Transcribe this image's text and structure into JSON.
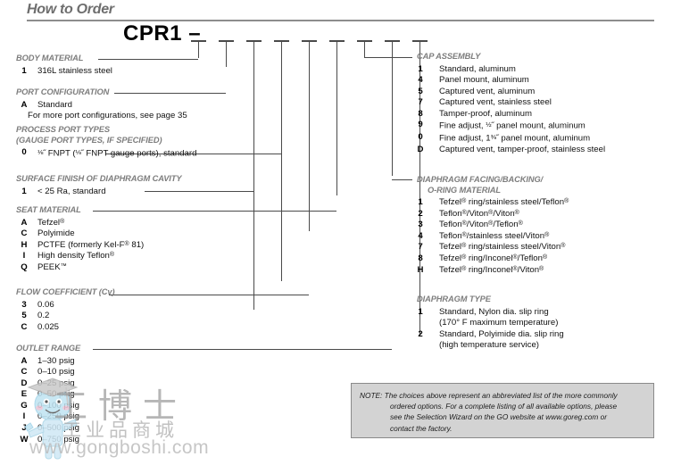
{
  "header": {
    "title": "How to Order",
    "model_number": "CPR1 –"
  },
  "slots": {
    "count": 9,
    "label": "blank-option-slot"
  },
  "left_sections": [
    {
      "id": "body-material",
      "title": "BODY MATERIAL",
      "options": [
        {
          "code": "1",
          "desc": "316L stainless steel"
        }
      ]
    },
    {
      "id": "port-configuration",
      "title": "PORT CONFIGURATION",
      "options": [
        {
          "code": "A",
          "desc": "Standard"
        },
        {
          "code": "",
          "desc": "For more port configurations, see page 35"
        }
      ]
    },
    {
      "id": "process-port-types",
      "title": "PROCESS PORT TYPES",
      "title2": "(GAUGE PORT TYPES, IF SPECIFIED)",
      "options": [
        {
          "code": "0",
          "desc": "⅛˝ FNPT (⅛˝ FNPT gauge ports), standard"
        }
      ]
    },
    {
      "id": "surface-finish",
      "title": "SURFACE FINISH OF DIAPHRAGM CAVITY",
      "options": [
        {
          "code": "1",
          "desc": "< 25 Ra, standard"
        }
      ]
    },
    {
      "id": "seat-material",
      "title": "SEAT MATERIAL",
      "options": [
        {
          "code": "A",
          "desc": "Tefzel®"
        },
        {
          "code": "C",
          "desc": "Polyimide"
        },
        {
          "code": "H",
          "desc": "PCTFE (formerly Kel-F® 81)"
        },
        {
          "code": "I",
          "desc": "High density Teflon®"
        },
        {
          "code": "Q",
          "desc": "PEEK™"
        }
      ]
    },
    {
      "id": "flow-coefficient",
      "title": "FLOW COEFFICIENT (Cv)",
      "options": [
        {
          "code": "3",
          "desc": "0.06"
        },
        {
          "code": "5",
          "desc": "0.2"
        },
        {
          "code": "C",
          "desc": "0.025"
        }
      ]
    },
    {
      "id": "outlet-range",
      "title": "OUTLET RANGE",
      "options": [
        {
          "code": "A",
          "desc": "1–30 psig"
        },
        {
          "code": "C",
          "desc": "0–10 psig"
        },
        {
          "code": "D",
          "desc": "0–25 psig"
        },
        {
          "code": "E",
          "desc": "0–50 psig"
        },
        {
          "code": "G",
          "desc": "0–100 psig"
        },
        {
          "code": "I",
          "desc": "0–250 psig"
        },
        {
          "code": "J",
          "desc": "0–500 psig"
        },
        {
          "code": "W",
          "desc": "0–750 psig"
        }
      ]
    }
  ],
  "right_sections": [
    {
      "id": "cap-assembly",
      "title": "CAP ASSEMBLY",
      "options": [
        {
          "code": "1",
          "desc": "Standard, aluminum"
        },
        {
          "code": "4",
          "desc": "Panel mount, aluminum"
        },
        {
          "code": "5",
          "desc": "Captured vent, aluminum"
        },
        {
          "code": "7",
          "desc": "Captured vent, stainless steel"
        },
        {
          "code": "8",
          "desc": "Tamper-proof, aluminum"
        },
        {
          "code": "9",
          "desc": "Fine adjust, ½˝ panel mount, aluminum"
        },
        {
          "code": "0",
          "desc": "Fine adjust, 1⅜˝ panel mount, aluminum"
        },
        {
          "code": "D",
          "desc": "Captured vent, tamper-proof, stainless steel"
        }
      ]
    },
    {
      "id": "diaphragm-facing",
      "title": "DIAPHRAGM FACING/BACKING/",
      "title2": "O-RING MATERIAL",
      "options": [
        {
          "code": "1",
          "desc": "Tefzel® ring/stainless steel/Teflon®"
        },
        {
          "code": "2",
          "desc": "Teflon®/Viton®/Viton®"
        },
        {
          "code": "3",
          "desc": "Teflon®/Viton®/Teflon®"
        },
        {
          "code": "4",
          "desc": "Teflon®/stainless steel/Viton®"
        },
        {
          "code": "7",
          "desc": "Tefzel® ring/stainless steel/Viton®"
        },
        {
          "code": "8",
          "desc": "Tefzel® ring/Inconel®/Teflon®"
        },
        {
          "code": "H",
          "desc": "Tefzel® ring/Inconel®/Viton®"
        }
      ]
    },
    {
      "id": "diaphragm-type",
      "title": "DIAPHRAGM TYPE",
      "options": [
        {
          "code": "1",
          "desc": "Standard, Nylon dia. slip ring"
        },
        {
          "code": "",
          "desc": "(170° F maximum temperature)",
          "continuation": true
        },
        {
          "code": "2",
          "desc": "Standard, Polyimide dia. slip ring"
        },
        {
          "code": "",
          "desc": "(high temperature service)",
          "continuation": true
        }
      ]
    }
  ],
  "note": {
    "lead_in": "NOTE:",
    "line1": " The choices above represent an abbreviated list of the more commonly",
    "line2": "ordered options. For a complete listing of all available options, please",
    "line3": "see the Selection Wizard on the GO website at www.goreg.com or",
    "line4": "contact  the factory."
  },
  "watermark": {
    "chinese_large": "工博士",
    "chinese_small": "工业品商城",
    "url": "www.gongboshi.com"
  },
  "colors": {
    "title_gray": "#6e6e6e",
    "section_gray": "#7d7d7d",
    "body_black": "#111111",
    "leader_gray": "#4a4a4a",
    "note_bg": "#d3d3d3",
    "note_border": "#8a8a8a"
  }
}
